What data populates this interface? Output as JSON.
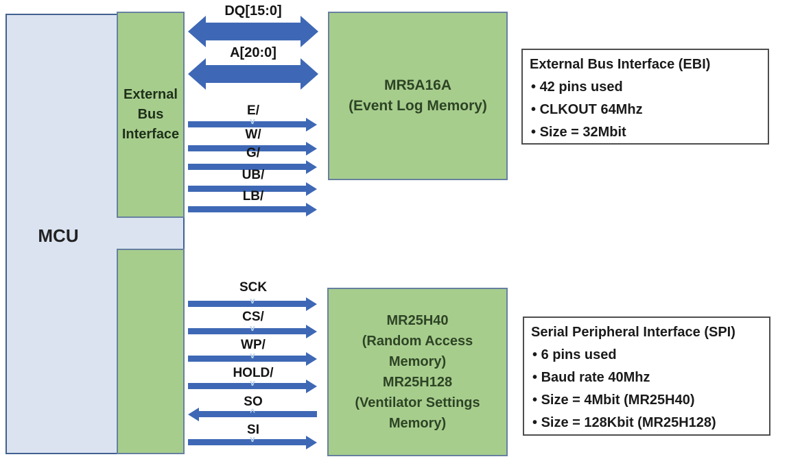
{
  "blocks": {
    "mcu": {
      "label": "MCU"
    },
    "ebi": {
      "label": "External Bus Interface"
    },
    "event_log_memory": {
      "line1": "MR5A16A",
      "line2": "(Event Log Memory)"
    },
    "spi_memory": {
      "lines": [
        "MR25H40",
        "(Random Access",
        "Memory)",
        "MR25H128",
        "(Ventilator Settings",
        "Memory)"
      ]
    }
  },
  "ebi_bus": {
    "dq": {
      "label": "DQ[15:0]",
      "direction": "bidirectional"
    },
    "a": {
      "label": "A[20:0]",
      "direction": "bidirectional"
    },
    "signals": [
      {
        "label": "E/",
        "direction": "right"
      },
      {
        "label": "W/",
        "direction": "right"
      },
      {
        "label": "G/",
        "direction": "right"
      },
      {
        "label": "UB/",
        "direction": "right"
      },
      {
        "label": "LB/",
        "direction": "right"
      }
    ]
  },
  "spi_bus": {
    "signals": [
      {
        "label": "SCK",
        "direction": "right"
      },
      {
        "label": "CS/",
        "direction": "right"
      },
      {
        "label": "WP/",
        "direction": "right"
      },
      {
        "label": "HOLD/",
        "direction": "right"
      },
      {
        "label": "SO",
        "direction": "left"
      },
      {
        "label": "SI",
        "direction": "right"
      }
    ]
  },
  "notes": {
    "ebi": {
      "title": "External Bus Interface (EBI)",
      "bullets": [
        "42 pins used",
        "CLKOUT 64Mhz",
        "Size = 32Mbit"
      ]
    },
    "spi": {
      "title": "Serial Peripheral Interface (SPI)",
      "bullets": [
        "6 pins used",
        "Baud rate 40Mhz",
        "Size = 4Mbit (MR25H40)",
        "Size = 128Kbit (MR25H128)"
      ]
    }
  },
  "icons": {
    "junction_down": "v",
    "junction_up": "^"
  },
  "colors": {
    "block_green": "#a7cd8d",
    "block_green_border": "#66809f",
    "mcu_fill": "#dbe3f1",
    "mcu_border": "#41608f",
    "arrow_blue": "#3e68b5",
    "note_border": "#4d4d4d"
  }
}
